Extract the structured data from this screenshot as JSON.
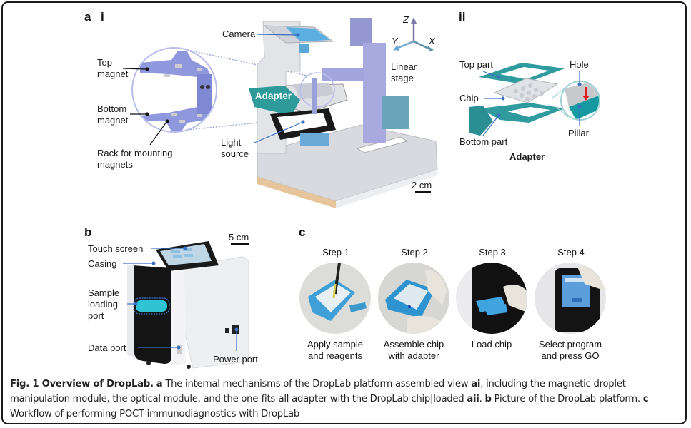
{
  "figure": {
    "panel_a": {
      "letter": "a",
      "sub_i": "i",
      "sub_ii": "ii",
      "labels_i": {
        "top_magnet": [
          "Top",
          "magnet"
        ],
        "bottom_magnet": [
          "Bottom",
          "magnet"
        ],
        "rack": [
          "Rack for mounting",
          "magnets"
        ],
        "camera": "Camera",
        "adapter": "Adapter",
        "light_source": [
          "Light",
          "source"
        ],
        "linear_stage": [
          "Linear",
          "stage"
        ],
        "axis_z": "Z",
        "axis_y": "Y",
        "axis_x": "X",
        "scale": "2 cm"
      },
      "labels_ii": {
        "top_part": "Top part",
        "chip": "Chip",
        "bottom_part": "Bottom part",
        "hole": "Hole",
        "pillar": "Pillar",
        "title": "Adapter"
      }
    },
    "panel_b": {
      "letter": "b",
      "labels": {
        "touch_screen": "Touch screen",
        "casing": "Casing",
        "sample_loading_port": [
          "Sample",
          "loading",
          "port"
        ],
        "data_port": "Data port",
        "power_port": "Power port",
        "scale": "5 cm"
      }
    },
    "panel_c": {
      "letter": "c",
      "steps": [
        {
          "title": "Step 1",
          "desc": [
            "Apply sample",
            "and reagents"
          ]
        },
        {
          "title": "Step 2",
          "desc": [
            "Assemble chip",
            "with adapter"
          ]
        },
        {
          "title": "Step 3",
          "desc": [
            "Load chip",
            ""
          ]
        },
        {
          "title": "Step 4",
          "desc": [
            "Select program",
            "and press GO"
          ]
        }
      ]
    },
    "caption": {
      "fig_label": "Fig. 1 Overview of DropLab.",
      "a_key": "a",
      "a_text": " The internal mechanisms of the DropLab platform assembled view ",
      "ai_key": "ai",
      "a_text2": ", including the magnetic droplet manipulation module, the optical module, and the one-fits-all adapter with the DropLab chip|loaded ",
      "aii_key": "aii",
      "sep": ". ",
      "b_key": "b",
      "b_text": " Picture of the DropLab platform. ",
      "c_key": "c",
      "c_text": " Workflow of performing POCT immunodiagnostics with DropLab"
    }
  }
}
